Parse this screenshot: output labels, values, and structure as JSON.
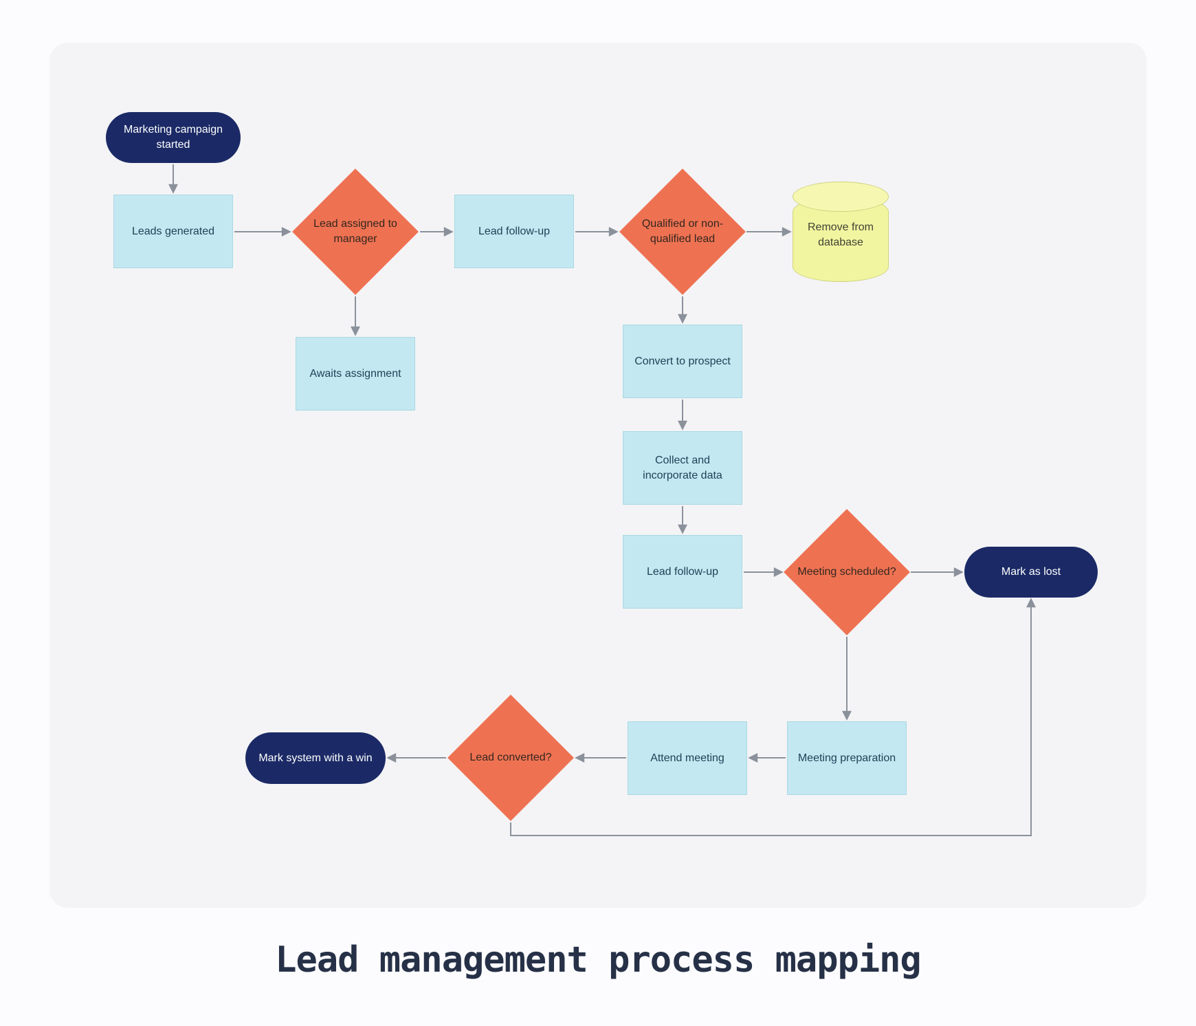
{
  "diagram": {
    "title": "Lead management process mapping",
    "nodes": {
      "start": {
        "label": "Marketing campaign started",
        "type": "terminator"
      },
      "leads_generated": {
        "label": "Leads generated",
        "type": "process"
      },
      "lead_assigned": {
        "label": "Lead assigned to manager",
        "type": "decision"
      },
      "lead_follow_up_1": {
        "label": "Lead follow-up",
        "type": "process"
      },
      "qualified_lead": {
        "label": "Qualified or non-qualified lead",
        "type": "decision"
      },
      "remove_from_database": {
        "label": "Remove from database",
        "type": "database"
      },
      "awaits_assignment": {
        "label": "Awaits assignment",
        "type": "process"
      },
      "convert_to_prospect": {
        "label": "Convert to prospect",
        "type": "process"
      },
      "collect_data": {
        "label": "Collect and incorporate data",
        "type": "process"
      },
      "lead_follow_up_2": {
        "label": "Lead follow-up",
        "type": "process"
      },
      "meeting_scheduled": {
        "label": "Meeting scheduled?",
        "type": "decision"
      },
      "mark_as_lost": {
        "label": "Mark as lost",
        "type": "terminator"
      },
      "meeting_preparation": {
        "label": "Meeting preparation",
        "type": "process"
      },
      "attend_meeting": {
        "label": "Attend meeting",
        "type": "process"
      },
      "lead_converted": {
        "label": "Lead converted?",
        "type": "decision"
      },
      "mark_win": {
        "label": "Mark system with a win",
        "type": "terminator"
      }
    },
    "colors": {
      "page_background": "#fcfcfe",
      "canvas_background": "#f4f4f6",
      "terminator_fill": "#1b2a66",
      "terminator_text": "#ffffff",
      "process_fill": "#c3e8f1",
      "process_border": "#a9d8e3",
      "process_text": "#1e4257",
      "decision_fill": "#ee7252",
      "decision_text": "#33261e",
      "database_fill": "#f2f5a0",
      "database_border": "#cfd37e",
      "database_text": "#3f4233",
      "connector": "#8b919b",
      "title_text": "#263147"
    }
  }
}
